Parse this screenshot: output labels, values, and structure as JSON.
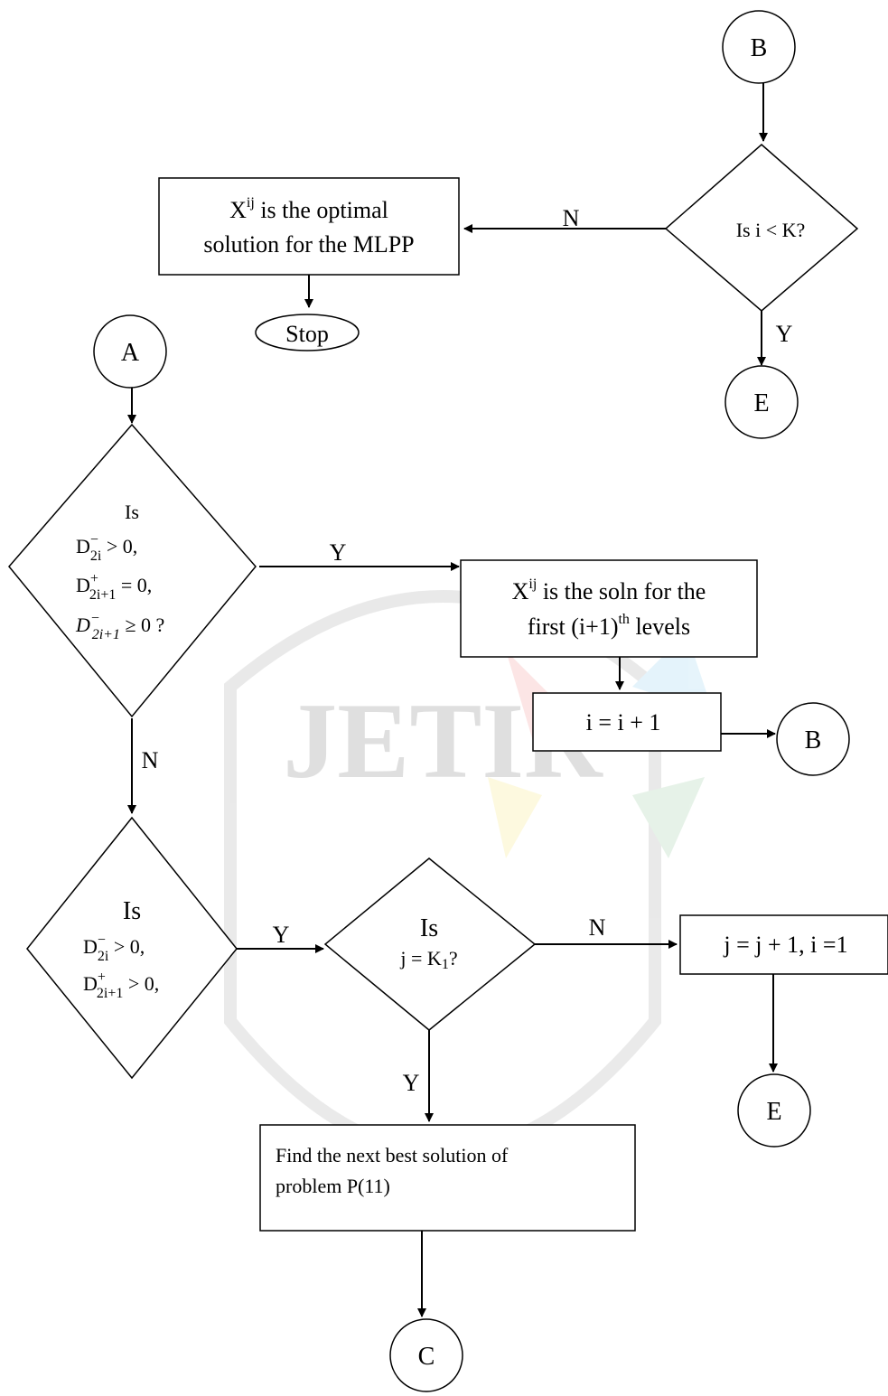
{
  "connectors": {
    "b_top": "B",
    "e_top": "E",
    "a": "A",
    "b_mid": "B",
    "e_mid": "E",
    "c": "C"
  },
  "terminator": {
    "stop": "Stop"
  },
  "decisions": {
    "is_i_lt_k": "Is i < K?",
    "first": {
      "line1": "Is",
      "line2": {
        "base": "D",
        "sup": "−",
        "sub": "2i",
        "rest": " > 0,"
      },
      "line3": {
        "base": "D",
        "sup": "+",
        "sub": "2i+1",
        "rest": " = 0,"
      },
      "line4": {
        "base": "D",
        "sup": "−",
        "sub": "2i+1",
        "rest": " ≥ 0 ?"
      }
    },
    "second": {
      "line1": "Is",
      "line2": {
        "base": "D",
        "sup": "−",
        "sub": "2i",
        "rest": " > 0,"
      },
      "line3": {
        "base": "D",
        "sup": "+",
        "sub": "2i+1",
        "rest": " > 0,"
      }
    },
    "third": {
      "line1": "Is",
      "line2": {
        "pre": "j = K",
        "sub": "1",
        "rest": "?"
      }
    }
  },
  "processes": {
    "optimal": {
      "line1": {
        "base": "X",
        "sup": "ij",
        "rest": " is the optimal"
      },
      "line2": "solution for the MLPP"
    },
    "soln_levels": {
      "line1": {
        "base": "X",
        "sup": "ij",
        "rest": " is the soln for the"
      },
      "line2": {
        "pre": "first (i+1)",
        "sup": "th",
        "rest": " levels"
      }
    },
    "increment_i": "i = i + 1",
    "increment_j": "j = j + 1, i =1",
    "next_best": {
      "line1": "Find the next best solution of",
      "line2": "problem P(11)"
    }
  },
  "edge_labels": {
    "n_top": "N",
    "y_top": "Y",
    "y_first": "Y",
    "n_first": "N",
    "y_second": "Y",
    "n_third": "N",
    "y_third": "Y"
  },
  "watermark": {
    "text": "JETIR"
  }
}
